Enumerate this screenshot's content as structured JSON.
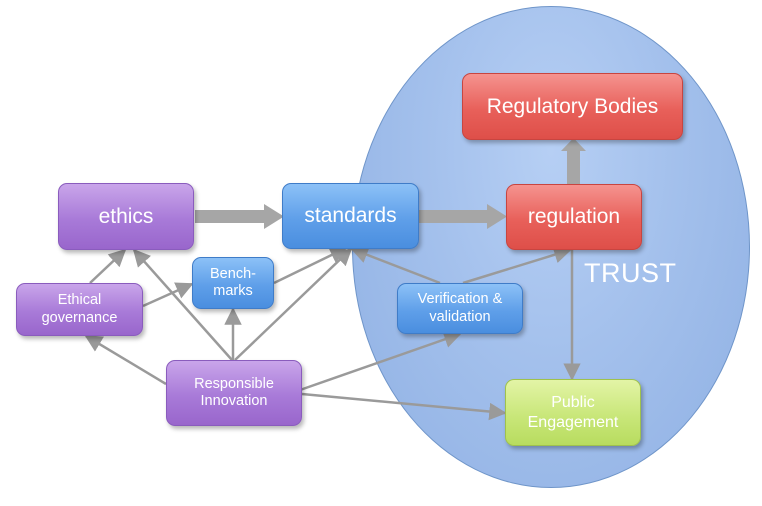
{
  "diagram": {
    "region_label": "TRUST",
    "nodes": {
      "ethics": "ethics",
      "standards": "standards",
      "regulation": "regulation",
      "regulatory_bodies": "Regulatory Bodies",
      "ethical_governance": "Ethical\ngovernance",
      "benchmarks": "Bench-\nmarks",
      "verification": "Verification &\nvalidation",
      "responsible_innovation": "Responsible\nInnovation",
      "public_engagement": "Public\nEngagement"
    },
    "colors": {
      "purple": "#a87ad8",
      "blue": "#5f9fe9",
      "red": "#e8605a",
      "green": "#c9e77a",
      "trust_region": "#a3c0ec",
      "connector": "#9a9a9a"
    }
  }
}
